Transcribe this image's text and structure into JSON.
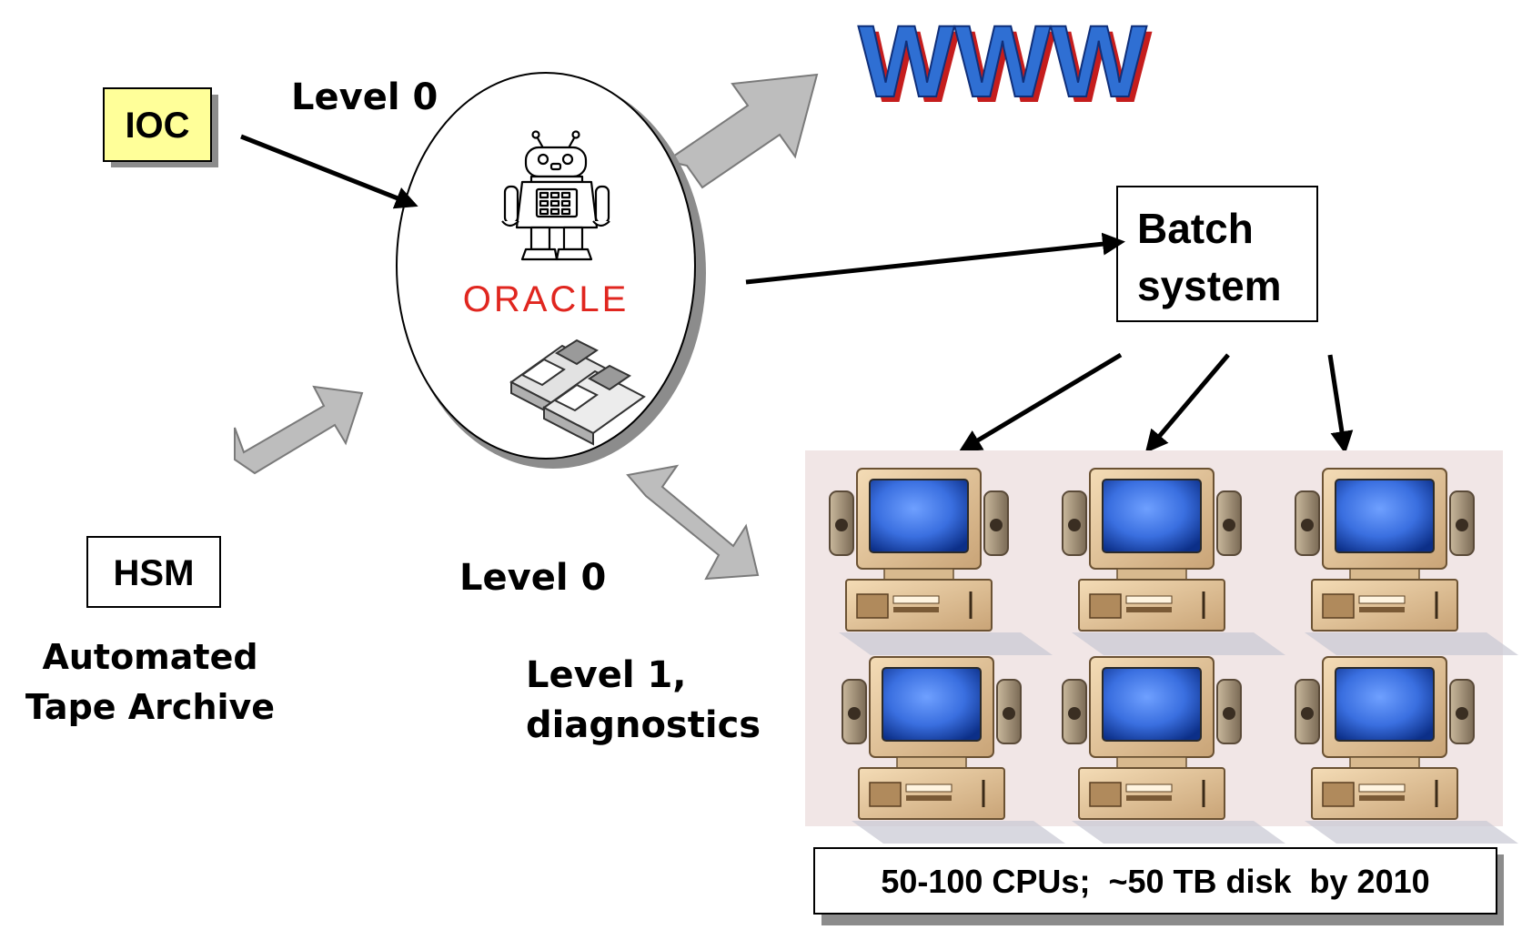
{
  "nodes": {
    "ioc": "IOC",
    "hsm": "HSM",
    "batch_line1": "Batch",
    "batch_line2": "system",
    "www": "WWW",
    "oracle": "ORACLE",
    "cpu_summary": "50-100 CPUs;  ~50 TB disk  by 2010"
  },
  "labels": {
    "level0_top": "Level 0",
    "level0_bottom": "Level 0",
    "level1_line1": "Level 1,",
    "level1_line2": "diagnostics",
    "archive_line1": "Automated",
    "archive_line2": "Tape Archive"
  },
  "colors": {
    "ioc_fill": "#ffff99",
    "oracle_red": "#e0261f",
    "www_blue": "#2f6fd3",
    "www_shadow": "#c51d1d",
    "farm_bg": "#f1e6e6",
    "arrow_gray": "#bdbdbd",
    "shadow_gray": "#8c8c8c"
  }
}
